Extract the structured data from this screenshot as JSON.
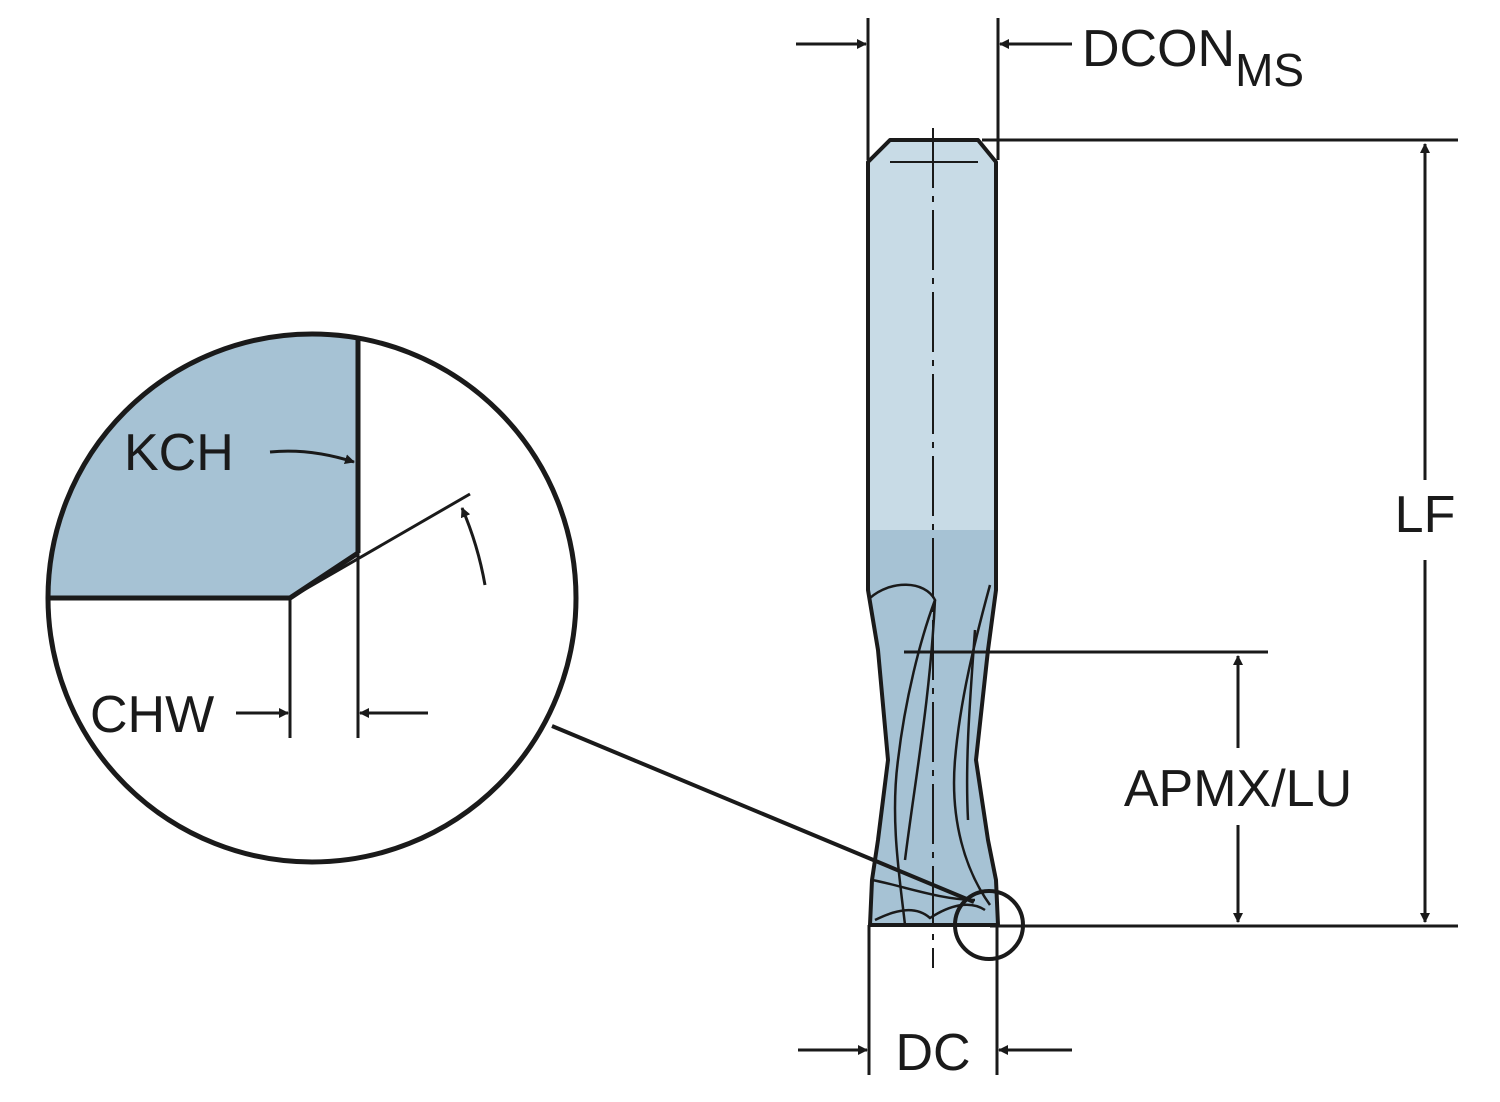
{
  "labels": {
    "dcon_main": "DCON",
    "dcon_sub": "MS",
    "lf": "LF",
    "apmx_lu": "APMX/LU",
    "dc": "DC",
    "kch": "KCH",
    "chw": "CHW"
  },
  "colors": {
    "shank_fill": "#c8dbe6",
    "flute_fill": "#a6c2d4",
    "detail_fill": "#a6c2d4",
    "line": "#1a1a1a"
  }
}
